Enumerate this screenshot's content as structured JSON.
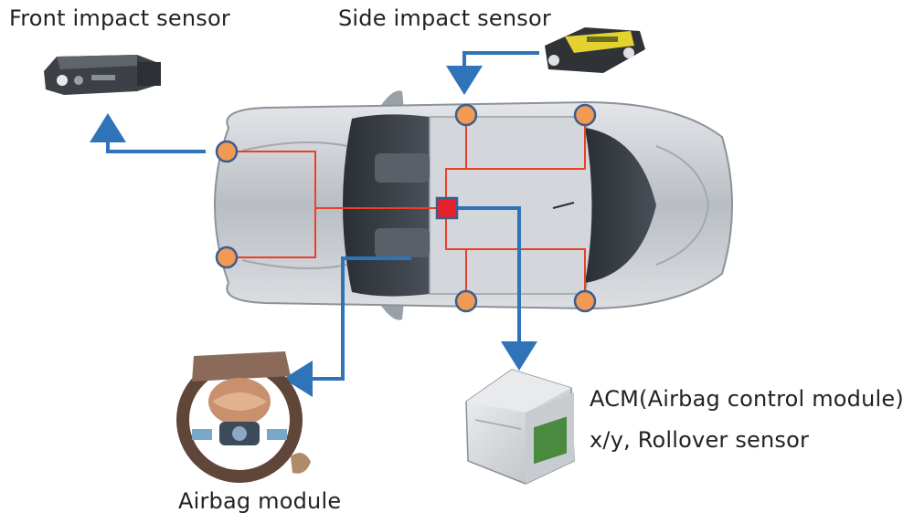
{
  "labels": {
    "front_sensor": "Front impact sensor",
    "side_sensor": "Side impact sensor",
    "acm_line1": "ACM(Airbag control module)",
    "acm_line2": "x/y, Rollover sensor",
    "airbag_module": "Airbag module"
  },
  "colors": {
    "wiring": "#e8402a",
    "arrow": "#2f73b8",
    "sensor_node": "#f29a53",
    "sensor_node_border": "#3c5d8f",
    "acm_node": "#e8202a",
    "car_body": "#c9cdd2"
  },
  "icons": {
    "front_sensor": "front-impact-sensor-icon",
    "side_sensor": "side-impact-sensor-icon",
    "acm": "acm-module-icon",
    "airbag": "steering-wheel-airbag-icon"
  }
}
